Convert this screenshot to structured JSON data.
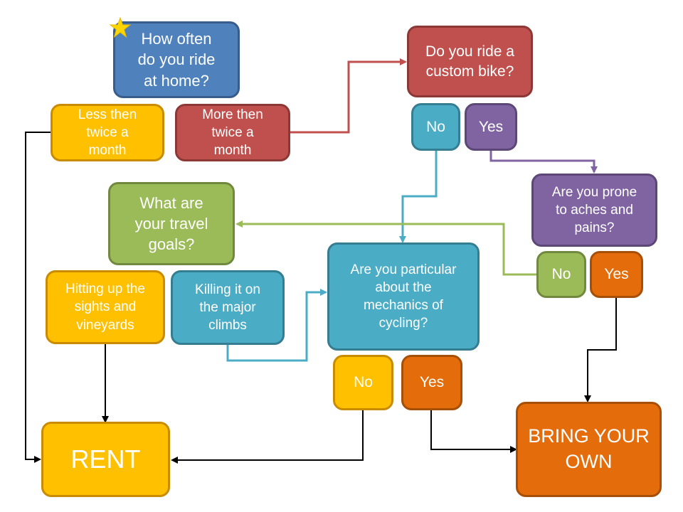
{
  "colors": {
    "blue": "#4f81bd",
    "red": "#c0504d",
    "yellow": "#ffc000",
    "teal": "#4bacc6",
    "purple": "#8064a2",
    "green": "#9bbb59",
    "orange": "#e46c0a",
    "star": "#ffd700"
  },
  "icons": {
    "start": "star-icon"
  },
  "nodes": {
    "q_ride_home": "How often\ndo you ride\nat home?",
    "a_less_twice": "Less then\ntwice a\nmonth",
    "a_more_twice": "More then\ntwice a\nmonth",
    "q_custom_bike": "Do you ride a\ncustom bike?",
    "a_custom_no": "No",
    "a_custom_yes": "Yes",
    "q_aches": "Are you prone\nto aches and\npains?",
    "a_aches_no": "No",
    "a_aches_yes": "Yes",
    "q_travel_goals": "What are\nyour travel\ngoals?",
    "a_sights": "Hitting up the\nsights and\nvineyards",
    "a_climbs": "Killing it on\nthe major\nclimbs",
    "q_mechanics": "Are you particular\nabout the\nmechanics of\ncycling?",
    "a_mech_no": "No",
    "a_mech_yes": "Yes",
    "result_rent": "RENT",
    "result_own": "BRING YOUR\nOWN"
  }
}
